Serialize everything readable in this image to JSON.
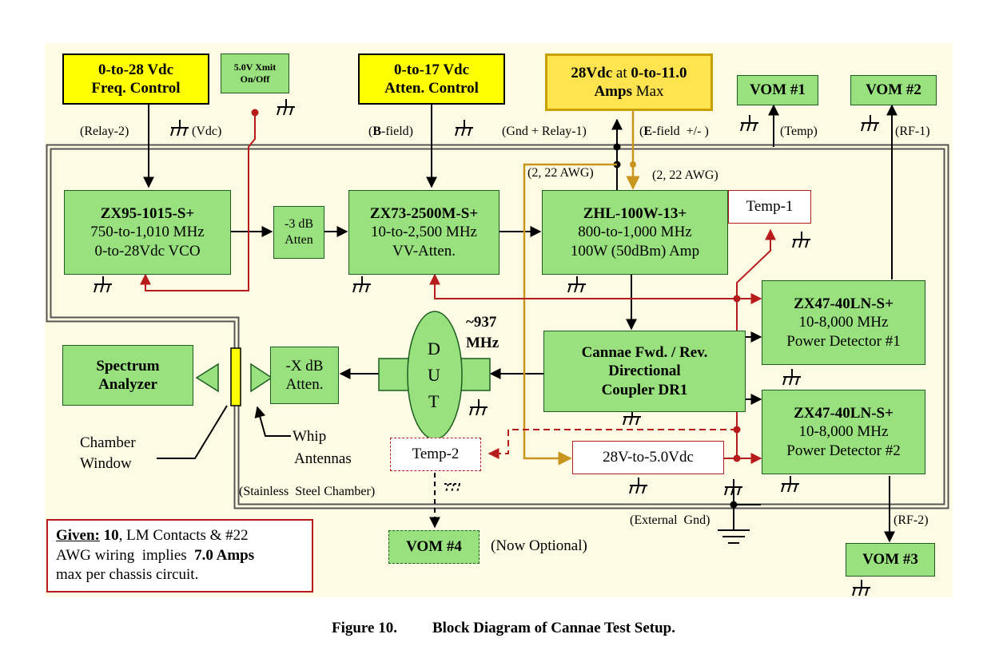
{
  "blocks": {
    "freq_control": {
      "line1": "0-to-28 Vdc",
      "line2": "Freq. Control"
    },
    "xmit": {
      "line1": "5.0V Xmit",
      "line2": "On/Off"
    },
    "atten_control": {
      "line1": "0-to-17 Vdc",
      "line2": "Atten. Control"
    },
    "supply": {
      "line1a": "28Vdc",
      "line1b": " at ",
      "line1c": "0-to-11.0",
      "line2a": "Amps",
      "line2b": " Max"
    },
    "vom1": "VOM #1",
    "vom2": "VOM #2",
    "vom3": "VOM #3",
    "vom4": "VOM #4",
    "vco": {
      "line1": "ZX95-1015-S+",
      "line2": "750-to-1,010 MHz",
      "line3": "0-to-28Vdc VCO"
    },
    "atten3db": {
      "line1": "-3 dB",
      "line2": "Atten"
    },
    "vvatten": {
      "line1": "ZX73-2500M-S+",
      "line2": "10-to-2,500 MHz",
      "line3": "VV-Atten."
    },
    "amp": {
      "line1": "ZHL-100W-13+",
      "line2": "800-to-1,000 MHz",
      "line3": "100W (50dBm) Amp"
    },
    "temp1": "Temp-1",
    "temp2": "Temp-2",
    "pd1": {
      "line1": "ZX47-40LN-S+",
      "line2": "10-8,000 MHz",
      "line3": "Power Detector #1"
    },
    "pd2": {
      "line1": "ZX47-40LN-S+",
      "line2": "10-8,000 MHz",
      "line3": "Power Detector #2"
    },
    "coupler": {
      "line1": "Cannae Fwd. / Rev.",
      "line2": "Directional",
      "line3": "Coupler DR1"
    },
    "dut": {
      "l1": "D",
      "l2": "U",
      "l3": "T"
    },
    "freq_label": {
      "line1": "~937",
      "line2": "MHz"
    },
    "spectrum": {
      "line1": "Spectrum",
      "line2": "Analyzer"
    },
    "xatten": {
      "line1": "-X dB",
      "line2": "Atten."
    },
    "regulator": "28V-to-5.0Vdc"
  },
  "labels": {
    "relay2": "(Relay-2)",
    "vdc": "(Vdc)",
    "bfield_open": "(",
    "bfield_b": "B",
    "bfield_rest": "-field)",
    "gnd_relay1": "(Gnd + Relay-1)",
    "efield_open": "(",
    "efield_e": "E",
    "efield_rest": "-field  +/- )",
    "temp": "(Temp)",
    "rf1": "(RF-1)",
    "rf2": "(RF-2)",
    "awg_left": "(2, 22 AWG)",
    "awg_right": "(2, 22 AWG)",
    "chamber_window_1": "Chamber",
    "chamber_window_2": "Window",
    "whip_1": "Whip",
    "whip_2": "Antennas",
    "stainless": "(Stainless  Steel Chamber)",
    "external_gnd": "(External  Gnd)",
    "now_optional": "(Now Optional)"
  },
  "note": {
    "given": "Given:",
    "count": " 10",
    "part1": ", LM Contacts & #22",
    "part2a": "AWG wiring  implies  ",
    "amps": "7.0 Amps",
    "part3": "max per chassis circuit."
  },
  "caption": {
    "number": "Figure 10.",
    "title": "Block Diagram of Cannae Test Setup."
  }
}
